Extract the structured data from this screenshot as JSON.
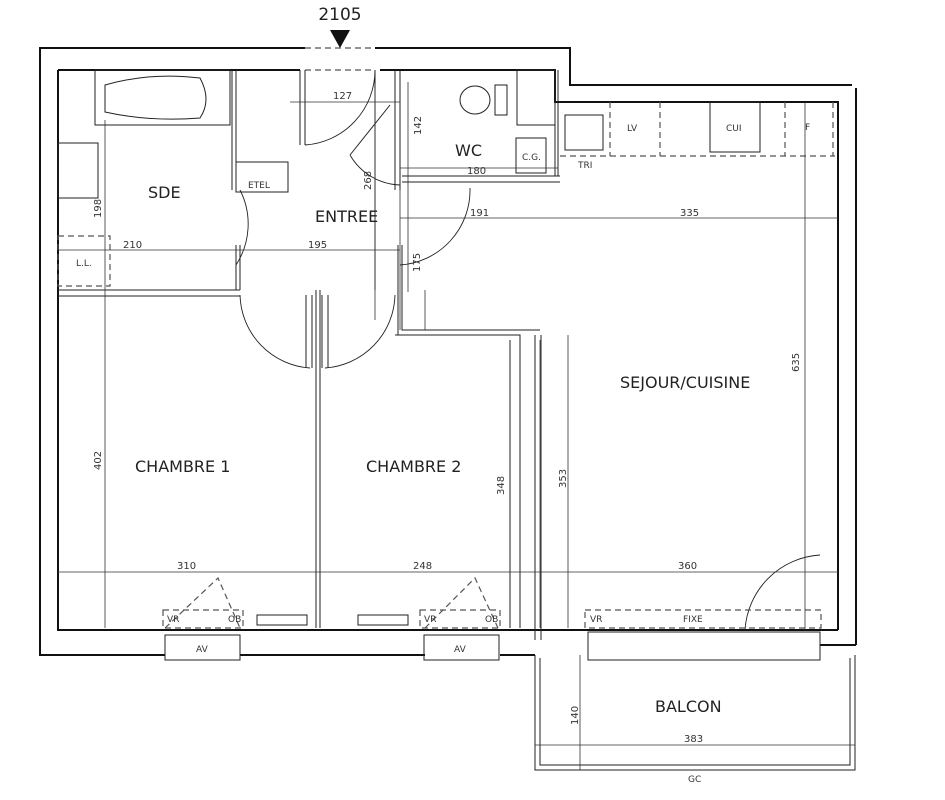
{
  "plan": {
    "unit_number": "2105",
    "rooms": {
      "sde": "SDE",
      "entree": "ENTREE",
      "wc": "WC",
      "chambre1": "CHAMBRE 1",
      "chambre2": "CHAMBRE 2",
      "sejour": "SEJOUR/CUISINE",
      "balcon": "BALCON"
    },
    "fixtures": {
      "etel": "ETEL",
      "ll": "L.L.",
      "cg": "C.G.",
      "tri": "TRI",
      "lv": "LV",
      "cui": "CUI",
      "f": "F",
      "vr": "VR",
      "ob": "OB",
      "av": "AV",
      "fixe": "FIXE",
      "gc": "GC"
    },
    "dimensions": {
      "d127": "127",
      "d142": "142",
      "d268": "268",
      "d180": "180",
      "d198": "198",
      "d210": "210",
      "d195": "195",
      "d191": "191",
      "d335": "335",
      "d175": "175",
      "d402": "402",
      "d310": "310",
      "d248": "248",
      "d360": "360",
      "d348": "348",
      "d353": "353",
      "d635": "635",
      "d140": "140",
      "d383": "383"
    }
  }
}
